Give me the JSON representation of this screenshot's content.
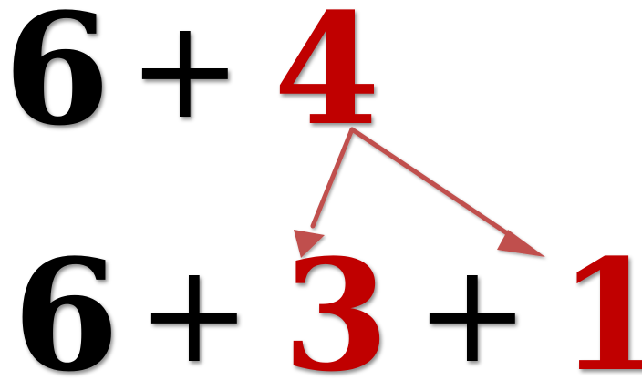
{
  "equation_top": {
    "left_operand": "6",
    "operator": "+",
    "right_operand": "4"
  },
  "equation_bottom": {
    "first": "6",
    "operator_1": "+",
    "split_a": "3",
    "operator_2": "+",
    "split_b": "1"
  },
  "colors": {
    "operand_black": "#000000",
    "highlight_red": "#c00000",
    "arrow": "#c0504d"
  }
}
